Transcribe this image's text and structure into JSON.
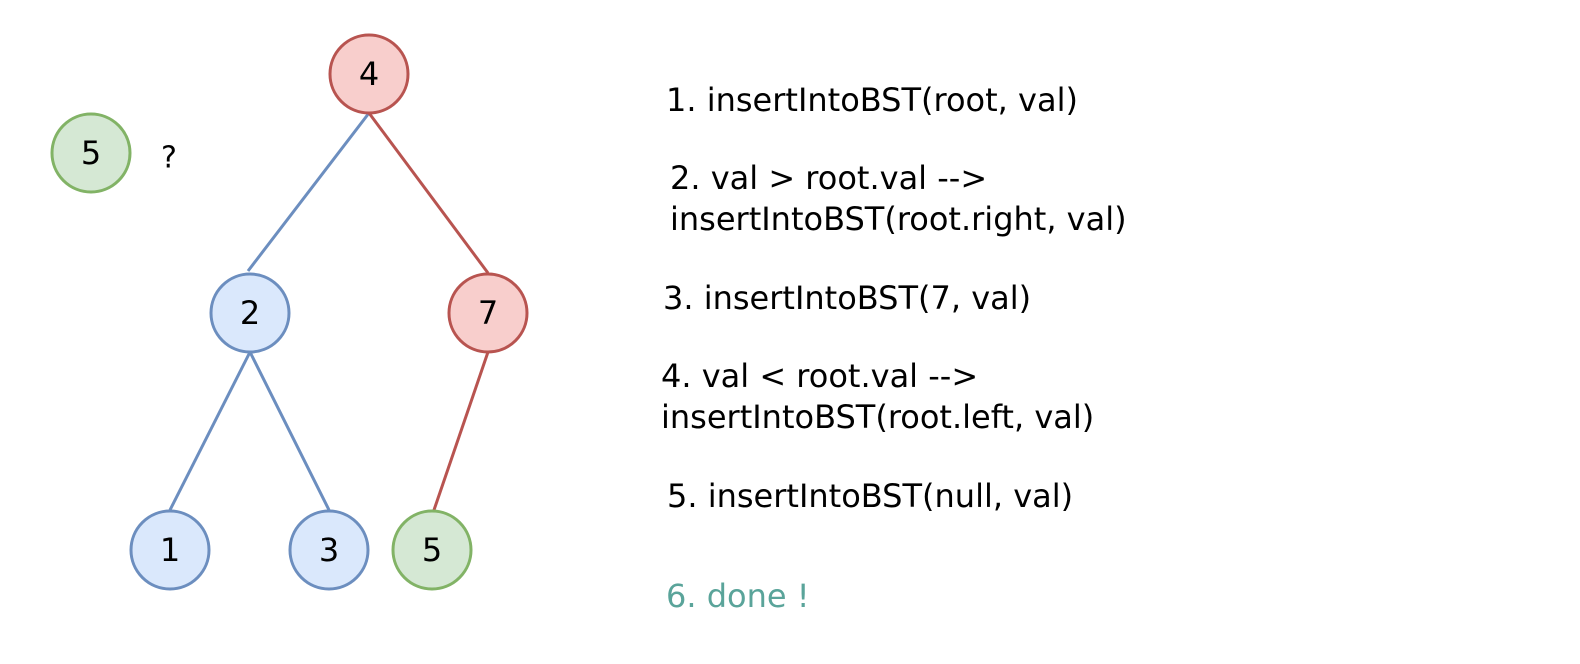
{
  "colors": {
    "red_fill": "#f8cecc",
    "red_stroke": "#b85450",
    "blue_fill": "#dae8fc",
    "blue_stroke": "#6c8ebf",
    "green_fill": "#d5e8d4",
    "green_stroke": "#82b366",
    "done_text": "#5aa49a"
  },
  "tree": {
    "nodes": [
      {
        "id": "n4",
        "label": "4",
        "color": "red"
      },
      {
        "id": "n2",
        "label": "2",
        "color": "blue"
      },
      {
        "id": "n7",
        "label": "7",
        "color": "red"
      },
      {
        "id": "n1",
        "label": "1",
        "color": "blue"
      },
      {
        "id": "n3",
        "label": "3",
        "color": "blue"
      },
      {
        "id": "n5",
        "label": "5",
        "color": "green"
      }
    ],
    "edges": [
      {
        "from": "n4",
        "to": "n2",
        "color": "blue"
      },
      {
        "from": "n4",
        "to": "n7",
        "color": "red"
      },
      {
        "from": "n2",
        "to": "n1",
        "color": "blue"
      },
      {
        "from": "n2",
        "to": "n3",
        "color": "blue"
      },
      {
        "from": "n7",
        "to": "n5",
        "color": "red"
      }
    ]
  },
  "insert_node": {
    "label": "5",
    "color": "green",
    "question": "?"
  },
  "steps": [
    {
      "lines": [
        "1. insertIntoBST(root, val)"
      ],
      "done": false
    },
    {
      "lines": [
        "2. val > root.val -->",
        "insertIntoBST(root.right, val)"
      ],
      "done": false
    },
    {
      "lines": [
        "3. insertIntoBST(7, val)"
      ],
      "done": false
    },
    {
      "lines": [
        "4. val < root.val -->",
        "insertIntoBST(root.left, val)"
      ],
      "done": false
    },
    {
      "lines": [
        "5. insertIntoBST(null, val)"
      ],
      "done": false
    },
    {
      "lines": [
        "6. done !"
      ],
      "done": true
    }
  ]
}
